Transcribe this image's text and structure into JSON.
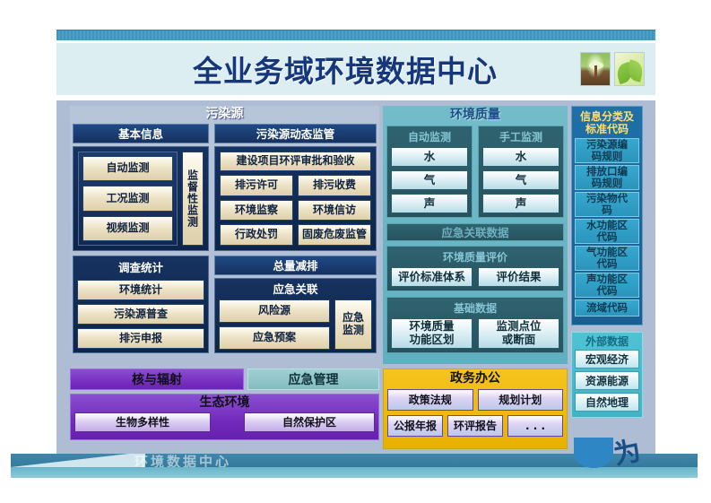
{
  "header": {
    "title": "全业务域环境数据中心",
    "logos": [
      {
        "name": "sprout-photo",
        "alt": "绿色幼苗"
      },
      {
        "name": "leaf-photo",
        "alt": "绿叶"
      }
    ]
  },
  "pollution": {
    "title": "污染源",
    "basic_info": {
      "title": "基本信息",
      "items": [
        "自动监测",
        "工况监测",
        "视频监测"
      ],
      "side_label": "监督性监测"
    },
    "dynamic_supervision": {
      "title": "污染源动态监管",
      "wide_item": "建设项目环评审批和验收",
      "grid": [
        "排污许可",
        "排污收费",
        "环境监察",
        "环境信访",
        "行政处罚",
        "固废危废监管"
      ]
    },
    "survey_stats": {
      "title": "调查统计",
      "items": [
        "环境统计",
        "污染源普查",
        "排污申报"
      ]
    },
    "total_reduction": {
      "title": "总量减排"
    },
    "emergency_link": {
      "title": "应急关联",
      "items": [
        "风险源",
        "应急预案"
      ],
      "side_label": "应急监测"
    }
  },
  "quality": {
    "title": "环境质量",
    "auto_monitor": {
      "title": "自动监测",
      "items": [
        "水",
        "气",
        "声"
      ]
    },
    "manual_monitor": {
      "title": "手工监测",
      "items": [
        "水",
        "气",
        "声"
      ]
    },
    "emergency_data_bar": "应急关联数据",
    "evaluation": {
      "title": "环境质量评价",
      "items": [
        "评价标准体系",
        "评价结果"
      ]
    },
    "basic_data": {
      "title": "基础数据",
      "items": [
        "环境质量\n功能区划",
        "监测点位\n或断面"
      ],
      "item_lines": [
        [
          "环境质量",
          "功能区划"
        ],
        [
          "监测点位",
          "或断面"
        ]
      ]
    }
  },
  "codes": {
    "title": "信息分类及标准代码",
    "title_lines": [
      "信息分类及",
      "标准代码"
    ],
    "items": [
      {
        "lines": [
          "污染源编",
          "码规则"
        ]
      },
      {
        "lines": [
          "排放口编",
          "码规则"
        ]
      },
      {
        "lines": [
          "污染物代",
          "码"
        ]
      },
      {
        "lines": [
          "水功能区",
          "代码"
        ]
      },
      {
        "lines": [
          "气功能区",
          "代码"
        ]
      },
      {
        "lines": [
          "声功能区",
          "代码"
        ]
      },
      {
        "lines": [
          "流域代码"
        ]
      }
    ]
  },
  "external": {
    "title": "外部数据",
    "items": [
      "宏观经济",
      "资源能源",
      "自然地理"
    ]
  },
  "bottom": {
    "nuclear": "核与辐射",
    "emergency_mgmt": "应急管理",
    "ecology": {
      "title": "生态环境",
      "items": [
        "生物多样性",
        "自然保护区"
      ]
    },
    "government": {
      "title": "政务办公",
      "row1": [
        "政策法规",
        "规划计划"
      ],
      "row2": [
        "公报年报",
        "环评报告",
        ". . ."
      ]
    }
  },
  "footer": {
    "watermark": "环境数据中心"
  },
  "colors": {
    "header_band": "#dceef2",
    "title_text": "#17377d",
    "panel_bg": "#aebdd4",
    "navy": "#16315f",
    "cream_button": "#ece2c5",
    "teal_panel": "#5fb0c0",
    "teal_box": "#2f6370",
    "codes_blue": "#1a5f93",
    "codes_title": "#ffdf70",
    "external_cyan": "#41b3c6",
    "purple": "#7229bd",
    "gold": "#e8b000"
  }
}
